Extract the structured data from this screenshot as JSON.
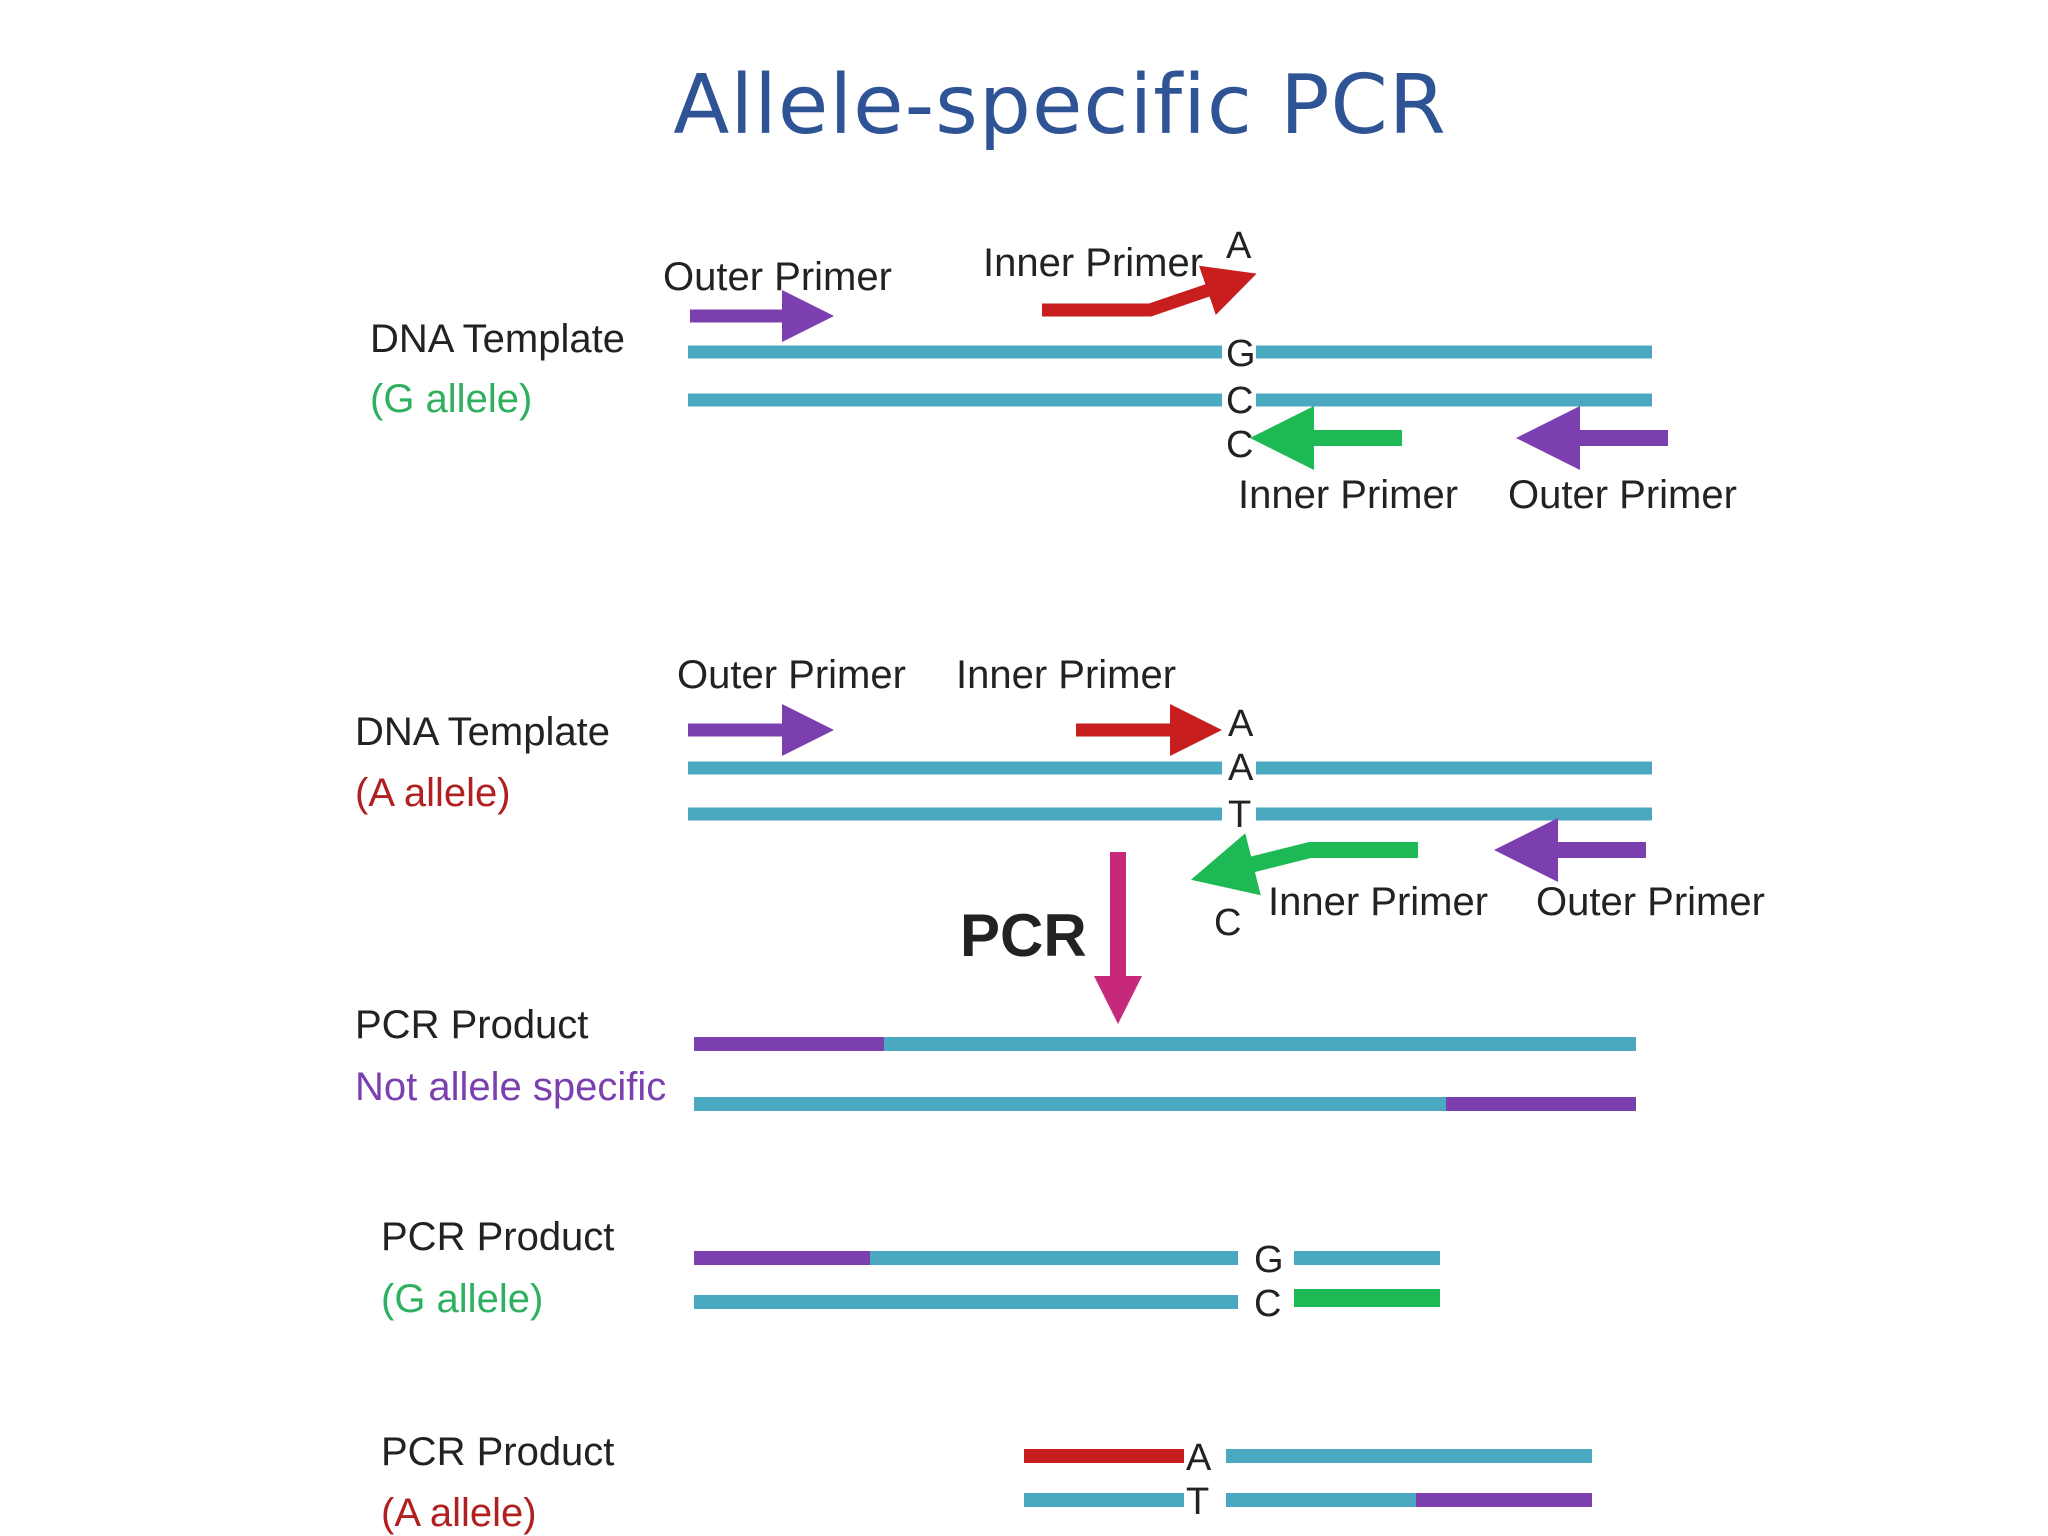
{
  "title": "Allele-specific PCR",
  "colors": {
    "title": "#2f5496",
    "strand": "#4aa8c0",
    "outer_primer": "#7b3fb0",
    "inner_primer_g": "#1db954",
    "inner_primer_a": "#c81e1e",
    "pcr_arrow": "#c8287a",
    "g_allele_text": "#2eb060",
    "a_allele_text": "#b02020",
    "not_specific_text": "#7b3fb0"
  },
  "panel1": {
    "template_label": "DNA Template",
    "allele_label": "(G allele)",
    "outer_primer_top": "Outer Primer",
    "inner_primer_top": "Inner Primer",
    "mismatch_base": "A",
    "top_base": "G",
    "bottom_base": "C",
    "inner_primer_base": "C",
    "inner_primer_bottom": "Inner Primer",
    "outer_primer_bottom": "Outer Primer"
  },
  "panel2": {
    "template_label": "DNA Template",
    "allele_label": "(A allele)",
    "outer_primer_top": "Outer Primer",
    "inner_primer_top": "Inner Primer",
    "primer_base": "A",
    "top_base": "A",
    "bottom_base": "T",
    "inner_primer_base": "C",
    "inner_primer_bottom": "Inner Primer",
    "outer_primer_bottom": "Outer Primer",
    "pcr_label": "PCR"
  },
  "product_nonspecific": {
    "label": "PCR  Product",
    "sublabel": "Not allele specific"
  },
  "product_g": {
    "label": "PCR  Product",
    "sublabel": "(G allele)",
    "top_base": "G",
    "bottom_base": "C"
  },
  "product_a": {
    "label": "PCR  Product",
    "sublabel": "(A allele)",
    "top_base": "A",
    "bottom_base": "T"
  }
}
